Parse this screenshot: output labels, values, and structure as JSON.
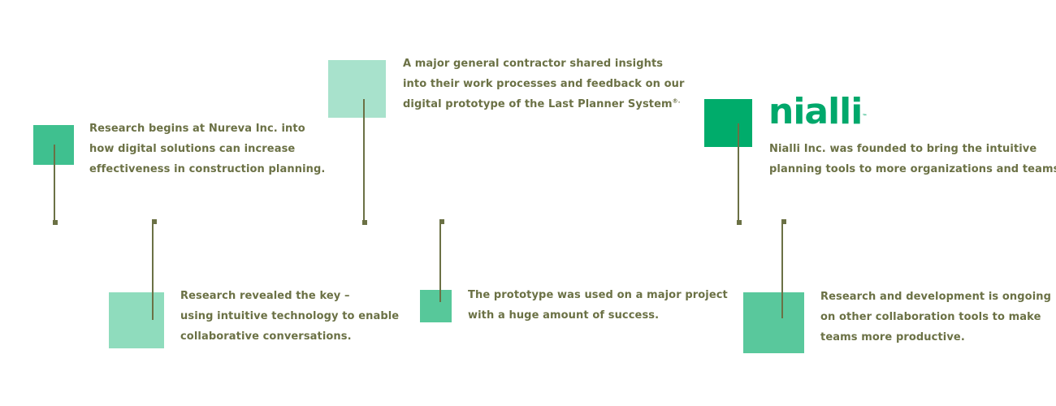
{
  "colors": {
    "line": "#6b7145",
    "text": "#6b7145",
    "brand": "#00a86b",
    "square_1": "#3fc08f",
    "square_2": "#8fdcbd",
    "square_3": "#a8e2cc",
    "square_4": "#57c89a",
    "square_5": "#00ac6b",
    "square_6": "#59c89c"
  },
  "milestones": [
    {
      "lines": [
        "Research begins at Nureva Inc. into",
        "how digital solutions can increase",
        "effectiveness in construction planning."
      ]
    },
    {
      "lines": [
        "Research revealed the key –",
        "using intuitive technology to enable",
        "collaborative conversations."
      ]
    },
    {
      "lines": [
        "A major general contractor shared insights",
        "into their work processes and feedback on our",
        "digital prototype of the Last Planner System"
      ],
      "registered_mark": "®."
    },
    {
      "lines": [
        "The prototype was used on a major project",
        "with a huge amount of success."
      ]
    },
    {
      "logo": "nialli",
      "logo_trademark": "™",
      "lines": [
        "Nialli Inc. was founded to bring the intuitive",
        "planning tools to more organizations and teams."
      ]
    },
    {
      "lines": [
        "Research and development is ongoing",
        "on other collaboration tools to make",
        "teams more productive."
      ]
    }
  ]
}
